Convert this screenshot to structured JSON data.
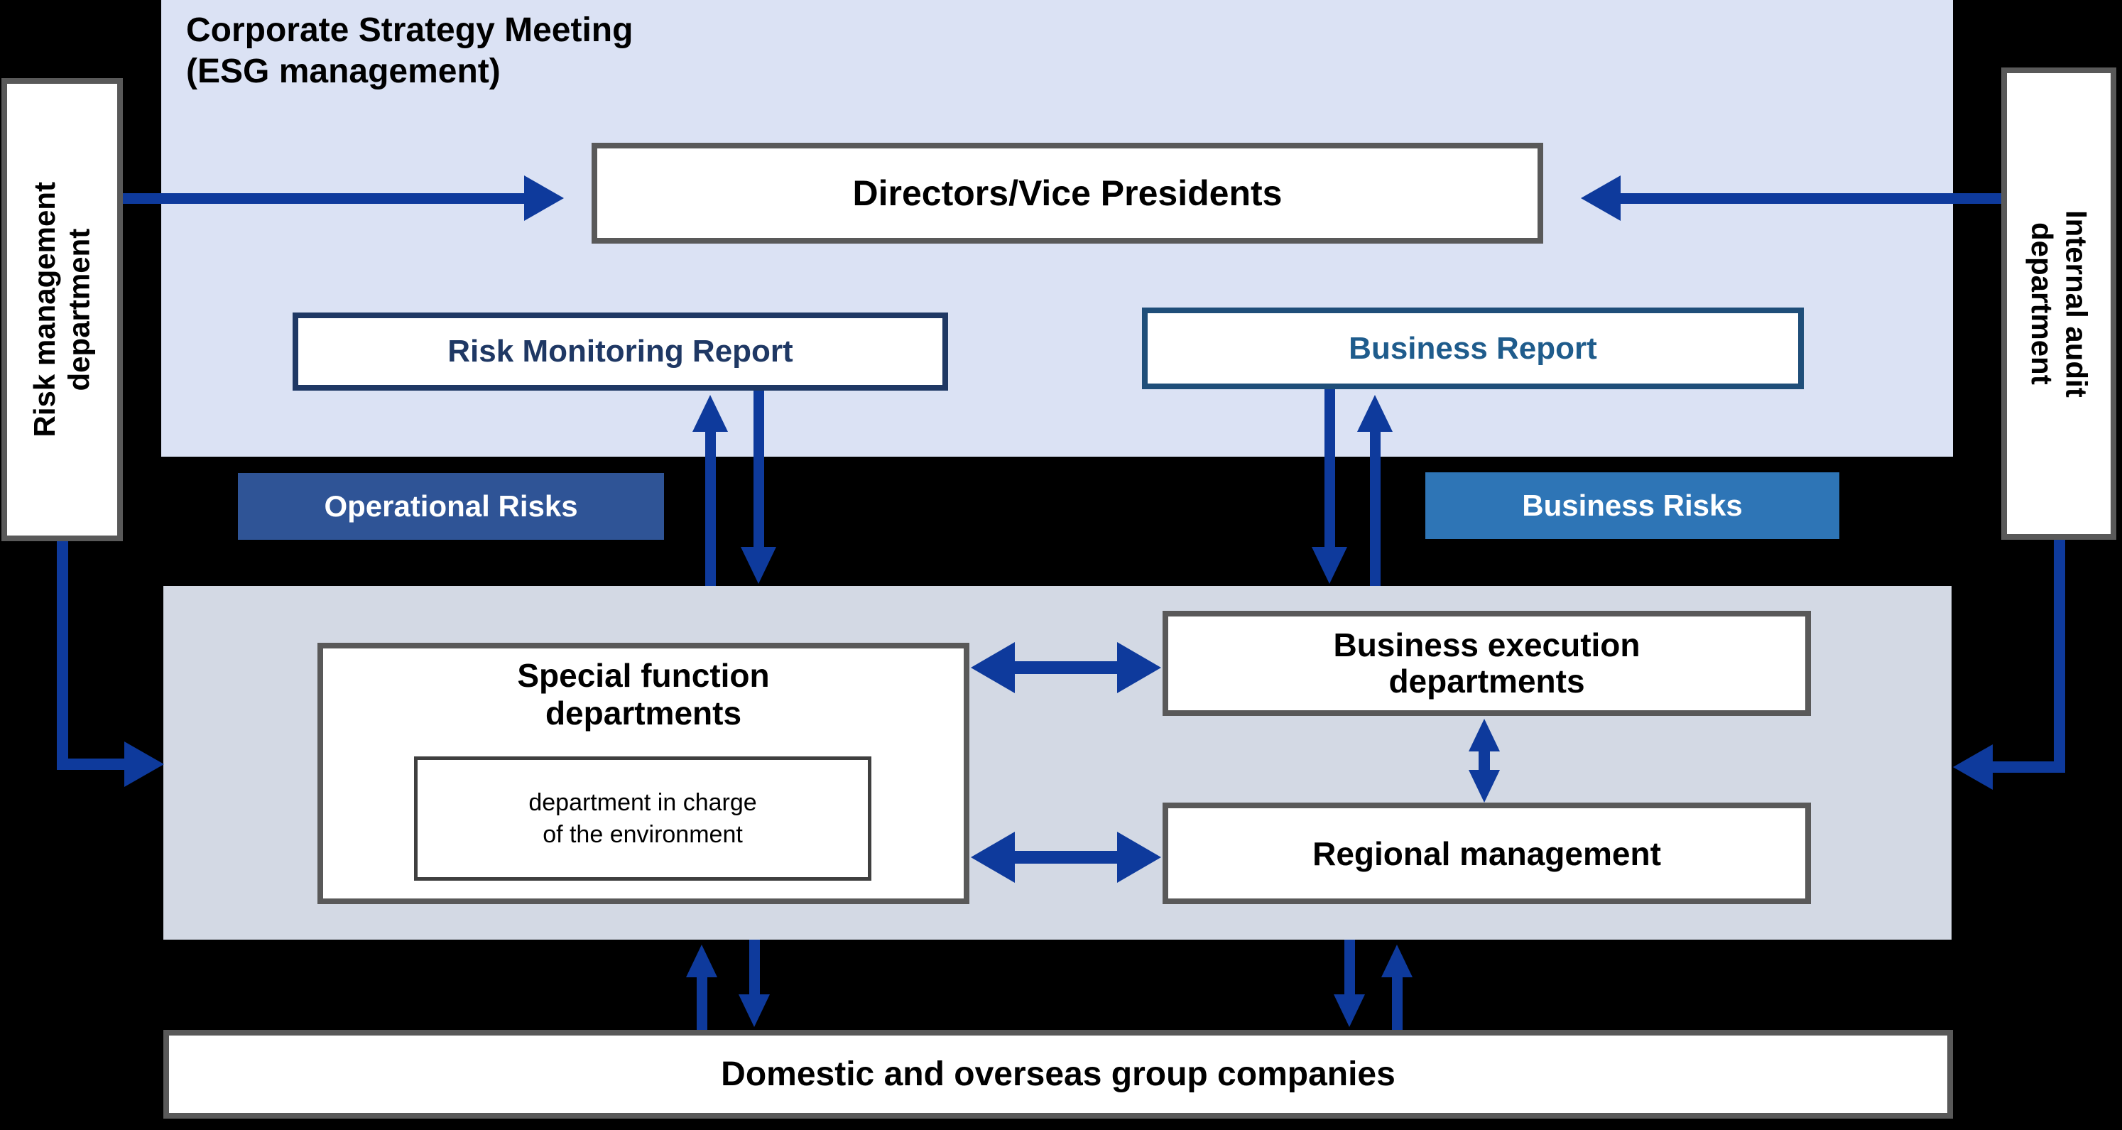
{
  "top_panel": {
    "title": "Corporate Strategy Meeting\n(ESG management)",
    "directors_label": "Directors/Vice Presidents",
    "risk_monitoring_label": "Risk Monitoring Report",
    "business_report_label": "Business Report"
  },
  "side_boxes": {
    "left_label": "Risk management\ndepartment",
    "right_label": "Internal audit\ndepartment"
  },
  "risk_tags": {
    "operational": "Operational Risks",
    "business": "Business Risks"
  },
  "middle_panel": {
    "special_function_label": "Special function\ndepartments",
    "environment_label": "department in charge\nof the environment",
    "business_execution_label": "Business execution\ndepartments",
    "regional_label": "Regional management"
  },
  "bottom": {
    "group_companies_label": "Domestic and overseas group companies"
  },
  "colors": {
    "background": "#000000",
    "top_panel_bg": "#dbe2f4",
    "middle_panel_bg": "#d3d9e4",
    "arrow_navy": "#0e3a9c",
    "operational_risks_bg": "#2f5496",
    "business_risks_bg": "#2e75b6",
    "risk_monitoring_border": "#1f3864",
    "business_report_border": "#1f4e79",
    "business_report_text": "#1f5c8c",
    "box_border_gray": "#595959",
    "environment_border": "#3f3f3f",
    "box_bg": "#ffffff",
    "text_black": "#000000",
    "tag_text_white": "#ffffff"
  }
}
